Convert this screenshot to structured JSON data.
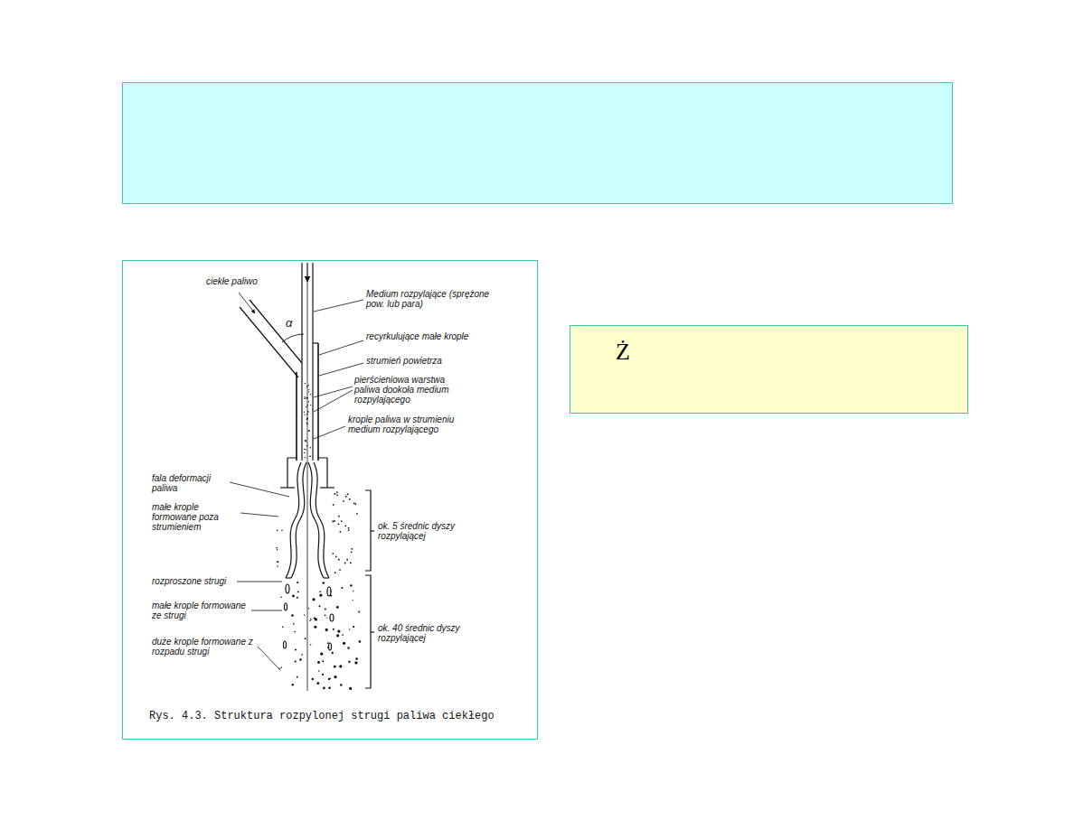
{
  "diagram": {
    "caption": "Rys. 4.3. Struktura rozpylonej strugi paliwa ciekłego",
    "nodes": [
      {
        "text": [
          "Ż"
        ]
      }
    ],
    "edges": [],
    "labels": [
      "ciekłe paliwo",
      "α",
      "Medium rozpylające (sprężone pow. lub para)",
      "recyrkulujące małe krople",
      "strumień powietrza",
      "pierścieniowa warstwa paliwa dookoła medium rozpylającego",
      "krople paliwa w strumieniu medium rozpylającego",
      "fala deformacji paliwa",
      "małe krople formowane poza strumieniem",
      "ok. 5 średnic dyszy rozpylającej",
      "rozproszone strugi",
      "małe krople formowane ze strugi",
      "ok. 40 średnic dyszy rozpylającej",
      "duże krople formowane z rozpadu strugi"
    ]
  }
}
